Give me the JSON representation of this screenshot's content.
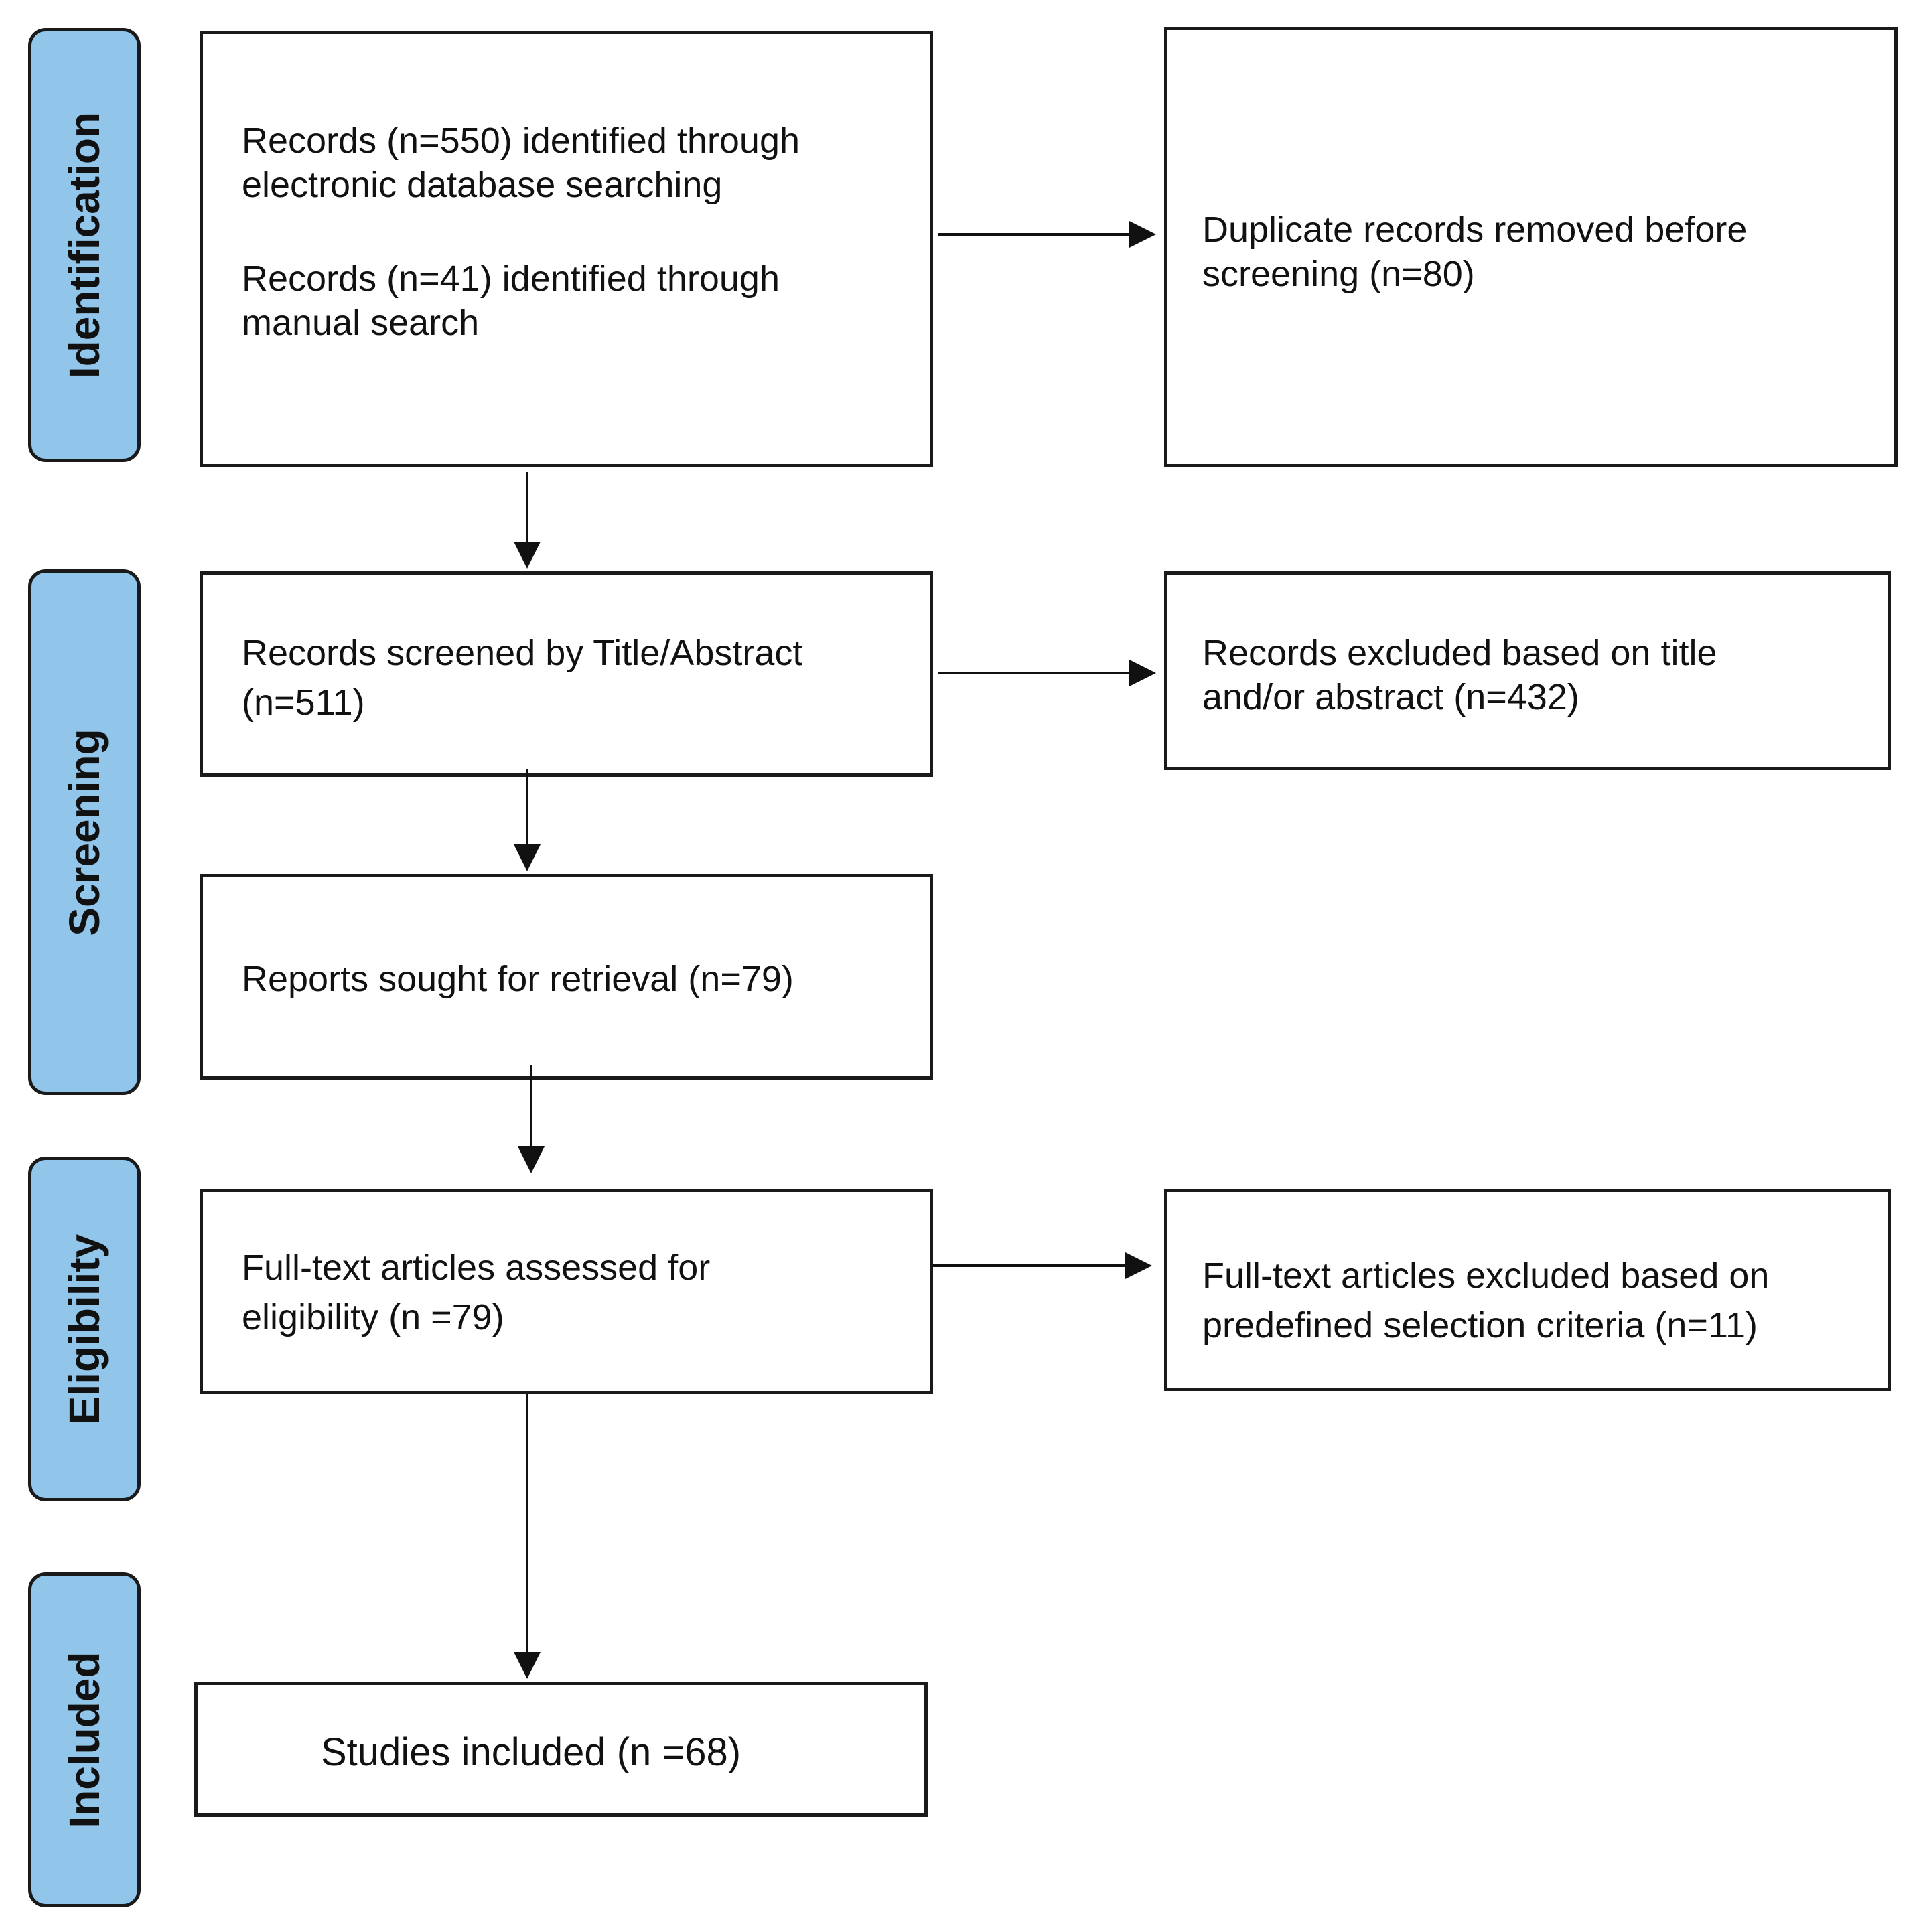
{
  "phases": {
    "identification": "Identification",
    "screening": "Screening",
    "eligibility": "Eligibility",
    "included": "Included"
  },
  "boxes": {
    "records_identified": {
      "line1": "Records (n=550) identified through",
      "line2": "electronic database searching",
      "line3": "Records (n=41) identified through",
      "line4": "manual search"
    },
    "duplicates_removed": {
      "line1": "Duplicate records removed before",
      "line2": "screening (n=80)"
    },
    "records_screened": {
      "line1": "Records screened by Title/Abstract",
      "line2": "(n=511)"
    },
    "records_excluded": {
      "line1": "Records excluded based on title",
      "line2": "and/or abstract (n=432)"
    },
    "reports_sought": {
      "line1": "Reports sought for retrieval (n=79)"
    },
    "fulltext_assessed": {
      "line1": "Full-text articles assessed for",
      "line2": "eligibility (n =79)"
    },
    "fulltext_excluded": {
      "line1": "Full-text articles excluded based on",
      "line2": "predefined selection criteria (n=11)"
    },
    "studies_included": {
      "line1": "Studies included (n =68)"
    }
  },
  "colors": {
    "phase_fill": "#92c5ea",
    "border": "#1a1a1a",
    "text": "#111111"
  }
}
